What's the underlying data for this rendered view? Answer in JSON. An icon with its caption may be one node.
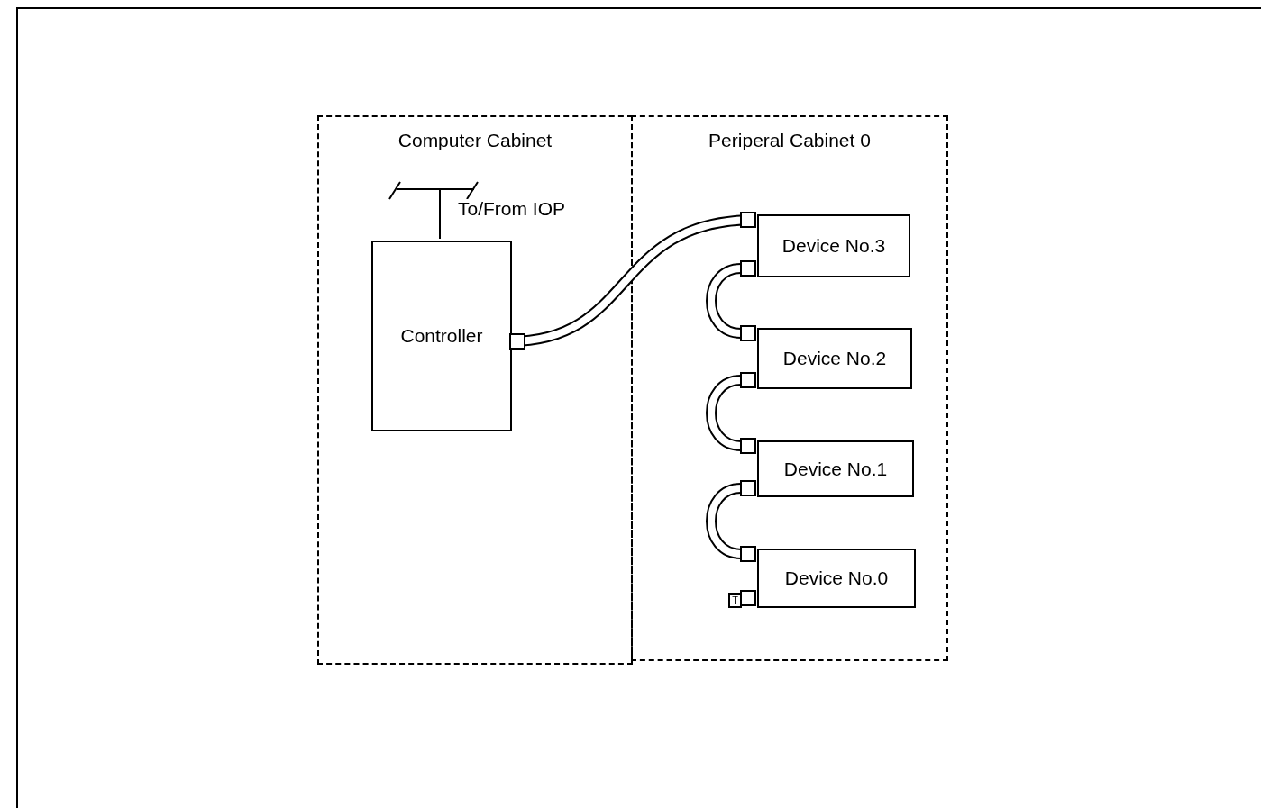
{
  "diagram": {
    "nodes": [
      {
        "text": [
          "Computer Cabinet"
        ]
      },
      {
        "text": [
          "Periperal Cabinet 0"
        ]
      },
      {
        "text": [
          "Controller"
        ],
        "in": 0
      },
      {
        "text": [
          "Device No.3"
        ],
        "in": 1
      },
      {
        "text": [
          "Device No.2"
        ],
        "in": 1
      },
      {
        "text": [
          "Device No.1"
        ],
        "in": 1
      },
      {
        "text": [
          "Device No.0"
        ],
        "in": 1
      },
      {
        "text": [
          "T"
        ],
        "in": 1
      }
    ],
    "edges": [
      {
        "from": null,
        "to": 2,
        "arrow": "none",
        "label": "To/From IOP"
      },
      {
        "from": 2,
        "to": 3,
        "arrow": "other"
      },
      {
        "from": 3,
        "to": 4,
        "arrow": "other"
      },
      {
        "from": 4,
        "to": 5,
        "arrow": "other"
      },
      {
        "from": 5,
        "to": 6,
        "arrow": "other"
      }
    ]
  }
}
